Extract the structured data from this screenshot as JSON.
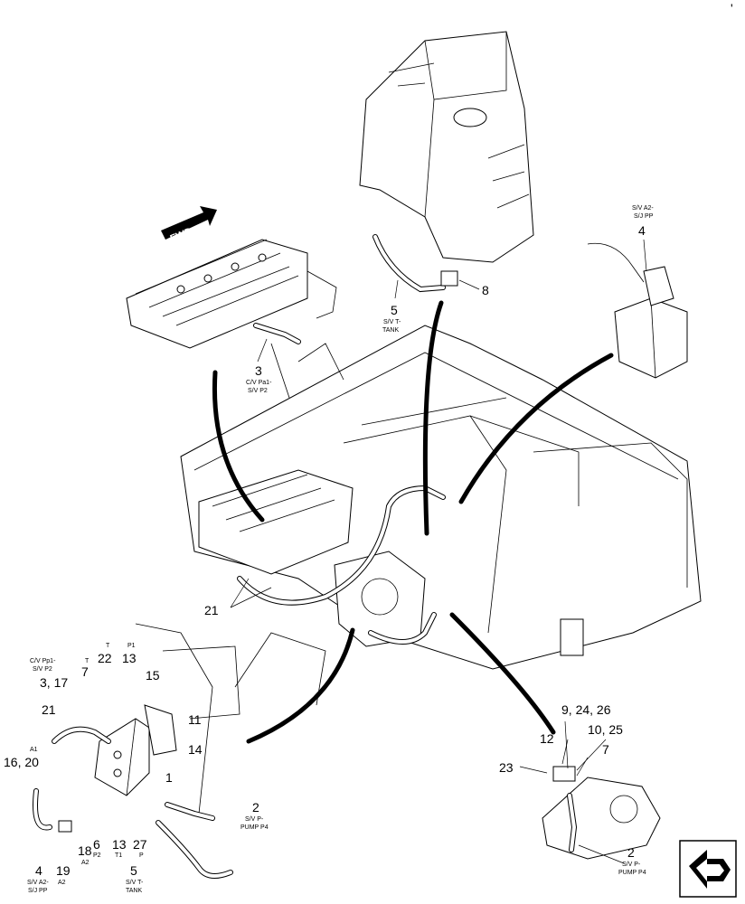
{
  "top_right_mark": "'",
  "fwd_label": "FWD",
  "callouts": {
    "top": {
      "c3": "3",
      "c3_sub1": "C/V Pa1-",
      "c3_sub2": "S/V P2",
      "c5": "5",
      "c5_sub1": "S/V T-",
      "c5_sub2": "TANK",
      "c8": "8",
      "c4": "4",
      "c4_sub1": "S/V A2-",
      "c4_sub2": "S/J PP"
    },
    "middle": {
      "c21": "21"
    },
    "left": {
      "pp1_sub1": "C/V Pp1-",
      "pp1_sub2": "S/V P2",
      "c3_17": "3, 17",
      "t_top": "T",
      "c7": "7",
      "t_top2": "T",
      "c22": "22",
      "p1_top": "P1",
      "c13": "13",
      "c15": "15",
      "c21": "21",
      "c11": "11",
      "a1": "A1",
      "c16_20": "16, 20",
      "c14": "14",
      "c1": "1",
      "c2": "2",
      "c2_sub1": "S/V P-",
      "c2_sub2": "PUMP P4",
      "c6": "6",
      "p2": "P2",
      "c13b": "13",
      "t1": "T1",
      "c27": "27",
      "p": "P",
      "c5": "5",
      "c5_sub1": "S/V T-",
      "c5_sub2": "TANK",
      "c4": "4",
      "c4_sub1": "S/V A2-",
      "c4_sub2": "S/J PP",
      "c19": "19",
      "c18": "18",
      "a2a": "A2",
      "a2b": "A2"
    },
    "right": {
      "c9_24_26": "9, 24, 26",
      "c12": "12",
      "c10_25": "10, 25",
      "c23": "23",
      "c7": "7",
      "c2": "2",
      "c2_sub1": "S/V P-",
      "c2_sub2": "PUMP P4"
    }
  }
}
